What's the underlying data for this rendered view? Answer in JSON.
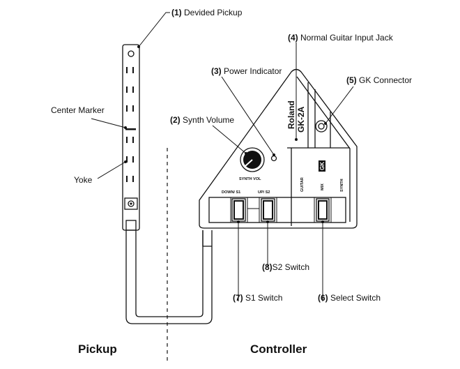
{
  "callouts": {
    "c1": {
      "num": "(1)",
      "text": "Devided Pickup"
    },
    "c2": {
      "num": "(2)",
      "text": "Synth Volume"
    },
    "c3": {
      "num": "(3)",
      "text": "Power Indicator"
    },
    "c4": {
      "num": "(4)",
      "text": "Normal Guitar Input Jack"
    },
    "c5": {
      "num": "(5)",
      "text": "GK Connector"
    },
    "c6": {
      "num": "(6)",
      "text": "Select Switch"
    },
    "c7": {
      "num": "(7)",
      "text": "S1 Switch"
    },
    "c8": {
      "num": "(8)",
      "text": "S2 Switch"
    }
  },
  "labels": {
    "center_marker": "Center Marker",
    "yoke": "Yoke",
    "pickup": "Pickup",
    "controller": "Controller"
  },
  "panel": {
    "brand": "Roland",
    "model": "GK-2A",
    "synth_vol": "SYNTH VOL",
    "down_s1": "DOWN/ S1",
    "up_s2": "UP/ S2",
    "guitar": "GUITAR",
    "mix": "MIX",
    "synth": "SYNTH",
    "gk_logo": "GK"
  }
}
